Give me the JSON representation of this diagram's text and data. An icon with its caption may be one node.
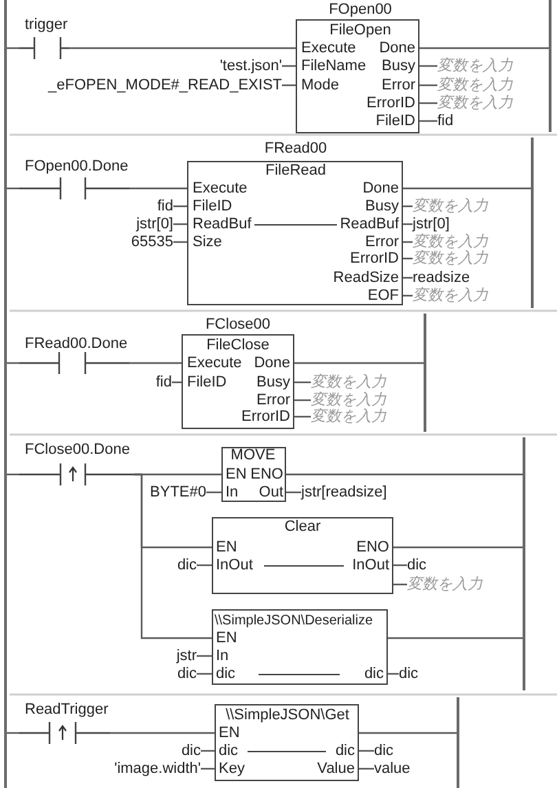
{
  "diagram": {
    "nodes": [
      {
        "text": [],
        "shape": "bar"
      },
      {
        "text": [
          "trigger"
        ]
      },
      {
        "text": [
          "FOpen00",
          "FileOpen",
          "Execute",
          "Done",
          "FileName",
          "Busy",
          "Mode",
          "Error",
          "ErrorID",
          "FileID"
        ]
      },
      {
        "text": [
          "'test.json'"
        ]
      },
      {
        "text": [
          "_eFOPEN_MODE#_READ_EXIST"
        ]
      },
      {
        "text": [
          "変数を入力"
        ]
      },
      {
        "text": [
          "変数を入力"
        ]
      },
      {
        "text": [
          "変数を入力"
        ]
      },
      {
        "text": [
          "fid"
        ]
      },
      {
        "text": [],
        "shape": "bar"
      },
      {
        "text": [
          "FOpen00.Done"
        ]
      },
      {
        "text": [
          "FRead00",
          "FileRead",
          "Execute",
          "Done",
          "FileID",
          "Busy",
          "ReadBuf",
          "ReadBuf",
          "Size",
          "Error",
          "ErrorID",
          "ReadSize",
          "EOF"
        ]
      },
      {
        "text": [
          "fid"
        ]
      },
      {
        "text": [
          "jstr[0]"
        ]
      },
      {
        "text": [
          "65535"
        ]
      },
      {
        "text": [
          "変数を入力"
        ]
      },
      {
        "text": [
          "jstr[0]"
        ]
      },
      {
        "text": [
          "変数を入力"
        ]
      },
      {
        "text": [
          "変数を入力"
        ]
      },
      {
        "text": [
          "readsize"
        ]
      },
      {
        "text": [
          "変数を入力"
        ]
      },
      {
        "text": [],
        "shape": "bar"
      },
      {
        "text": [
          "FRead00.Done"
        ]
      },
      {
        "text": [
          "FClose00",
          "FileClose",
          "Execute",
          "Done",
          "FileID",
          "Busy",
          "Error",
          "ErrorID"
        ]
      },
      {
        "text": [
          "fid"
        ]
      },
      {
        "text": [
          "変数を入力"
        ]
      },
      {
        "text": [
          "変数を入力"
        ]
      },
      {
        "text": [
          "変数を入力"
        ]
      },
      {
        "text": [],
        "shape": "bar"
      },
      {
        "text": [
          "FClose00.Done"
        ]
      },
      {
        "text": [
          "MOVE",
          "EN",
          "ENO",
          "In",
          "Out"
        ]
      },
      {
        "text": [
          "BYTE#0"
        ]
      },
      {
        "text": [
          "jstr[readsize]"
        ]
      },
      {
        "text": [
          "Clear",
          "EN",
          "ENO",
          "InOut",
          "InOut"
        ]
      },
      {
        "text": [
          "dic"
        ]
      },
      {
        "text": [
          "dic"
        ]
      },
      {
        "text": [
          "変数を入力"
        ]
      },
      {
        "text": [
          "\\\\SimpleJSON\\Deserialize",
          "EN",
          "In",
          "dic",
          "dic"
        ]
      },
      {
        "text": [
          "jstr"
        ]
      },
      {
        "text": [
          "dic"
        ]
      },
      {
        "text": [
          "dic"
        ]
      },
      {
        "text": [],
        "shape": "bar"
      },
      {
        "text": [
          "ReadTrigger"
        ]
      },
      {
        "text": [
          "\\\\SimpleJSON\\Get",
          "EN",
          "dic",
          "dic",
          "Key",
          "Value"
        ]
      },
      {
        "text": [
          "dic"
        ]
      },
      {
        "text": [
          "'image.width'"
        ]
      },
      {
        "text": [
          "dic"
        ]
      },
      {
        "text": [
          "value"
        ]
      },
      {
        "text": [],
        "shape": "bar"
      }
    ],
    "edges": [
      {
        "from": 0,
        "to": 1,
        "arrow": "none"
      },
      {
        "from": 1,
        "to": 2,
        "arrow": "none"
      },
      {
        "from": 3,
        "to": 2,
        "arrow": "none"
      },
      {
        "from": 4,
        "to": 2,
        "arrow": "none"
      },
      {
        "from": 2,
        "to": 5,
        "arrow": "none"
      },
      {
        "from": 2,
        "to": 6,
        "arrow": "none"
      },
      {
        "from": 2,
        "to": 7,
        "arrow": "none"
      },
      {
        "from": 2,
        "to": 8,
        "arrow": "none"
      },
      {
        "from": 2,
        "to": 9,
        "arrow": "none"
      },
      {
        "from": 0,
        "to": 10,
        "arrow": "none"
      },
      {
        "from": 10,
        "to": 11,
        "arrow": "none"
      },
      {
        "from": 12,
        "to": 11,
        "arrow": "none"
      },
      {
        "from": 13,
        "to": 11,
        "arrow": "none"
      },
      {
        "from": 14,
        "to": 11,
        "arrow": "none"
      },
      {
        "from": 11,
        "to": 15,
        "arrow": "none"
      },
      {
        "from": 11,
        "to": 16,
        "arrow": "none"
      },
      {
        "from": 11,
        "to": 17,
        "arrow": "none"
      },
      {
        "from": 11,
        "to": 18,
        "arrow": "none"
      },
      {
        "from": 11,
        "to": 19,
        "arrow": "none"
      },
      {
        "from": 11,
        "to": 20,
        "arrow": "none"
      },
      {
        "from": 11,
        "to": 21,
        "arrow": "none"
      },
      {
        "from": 0,
        "to": 22,
        "arrow": "none"
      },
      {
        "from": 22,
        "to": 23,
        "arrow": "none"
      },
      {
        "from": 24,
        "to": 23,
        "arrow": "none"
      },
      {
        "from": 23,
        "to": 25,
        "arrow": "none"
      },
      {
        "from": 23,
        "to": 26,
        "arrow": "none"
      },
      {
        "from": 23,
        "to": 27,
        "arrow": "none"
      },
      {
        "from": 23,
        "to": 28,
        "arrow": "none"
      },
      {
        "from": 0,
        "to": 29,
        "arrow": "none"
      },
      {
        "from": 29,
        "to": 30,
        "arrow": "none"
      },
      {
        "from": 29,
        "to": 33,
        "arrow": "none"
      },
      {
        "from": 29,
        "to": 37,
        "arrow": "none"
      },
      {
        "from": 31,
        "to": 30,
        "arrow": "none"
      },
      {
        "from": 30,
        "to": 32,
        "arrow": "none"
      },
      {
        "from": 30,
        "to": 41,
        "arrow": "none"
      },
      {
        "from": 34,
        "to": 33,
        "arrow": "none"
      },
      {
        "from": 33,
        "to": 35,
        "arrow": "none"
      },
      {
        "from": 33,
        "to": 36,
        "arrow": "none"
      },
      {
        "from": 33,
        "to": 41,
        "arrow": "none"
      },
      {
        "from": 38,
        "to": 37,
        "arrow": "none"
      },
      {
        "from": 39,
        "to": 37,
        "arrow": "none"
      },
      {
        "from": 37,
        "to": 40,
        "arrow": "none"
      },
      {
        "from": 37,
        "to": 41,
        "arrow": "none"
      },
      {
        "from": 0,
        "to": 42,
        "arrow": "none"
      },
      {
        "from": 42,
        "to": 43,
        "arrow": "none"
      },
      {
        "from": 44,
        "to": 43,
        "arrow": "none"
      },
      {
        "from": 45,
        "to": 43,
        "arrow": "none"
      },
      {
        "from": 43,
        "to": 46,
        "arrow": "none"
      },
      {
        "from": 43,
        "to": 47,
        "arrow": "none"
      },
      {
        "from": 43,
        "to": 48,
        "arrow": "none"
      }
    ]
  }
}
